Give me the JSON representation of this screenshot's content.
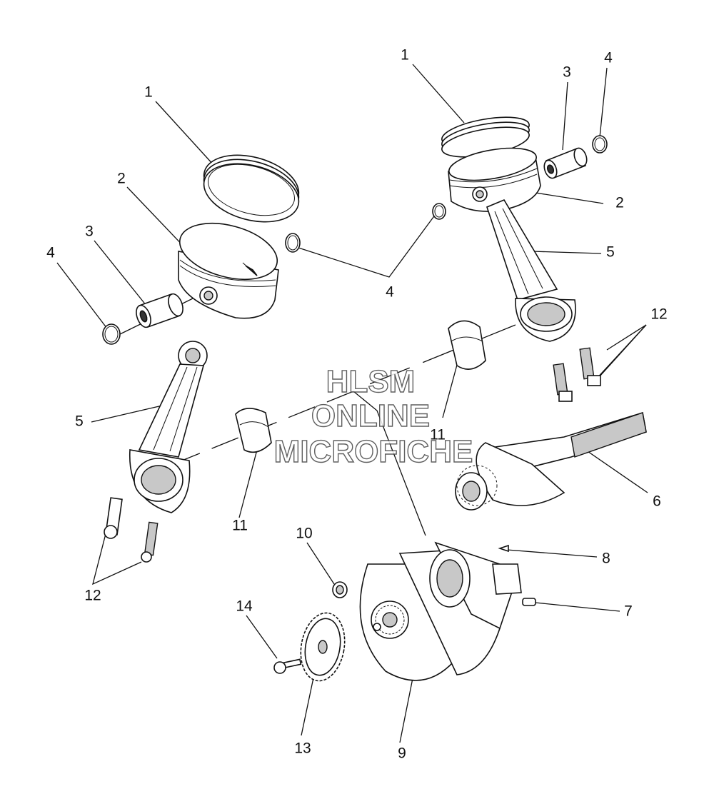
{
  "watermark": {
    "line1": "HLSM",
    "line2": "ONLINE",
    "line3": "MICROFICHE"
  },
  "callouts": {
    "ring_set_left": "1",
    "ring_set_right": "1",
    "piston_left": "2",
    "piston_right": "2",
    "pin_left": "3",
    "pin_right": "3",
    "clip_left": "4",
    "clip_right_top": "4",
    "clip_center": "4",
    "rod_left": "5",
    "rod_right": "5",
    "output_shaft": "6",
    "dowel_pin": "7",
    "woodruff_key": "8",
    "crankshaft": "9",
    "plug": "10",
    "bearing_left": "11",
    "bearing_right": "11",
    "rod_bolts_left": "12",
    "rod_bolts_right": "12",
    "timing_gear": "13",
    "gear_bolt": "14"
  }
}
